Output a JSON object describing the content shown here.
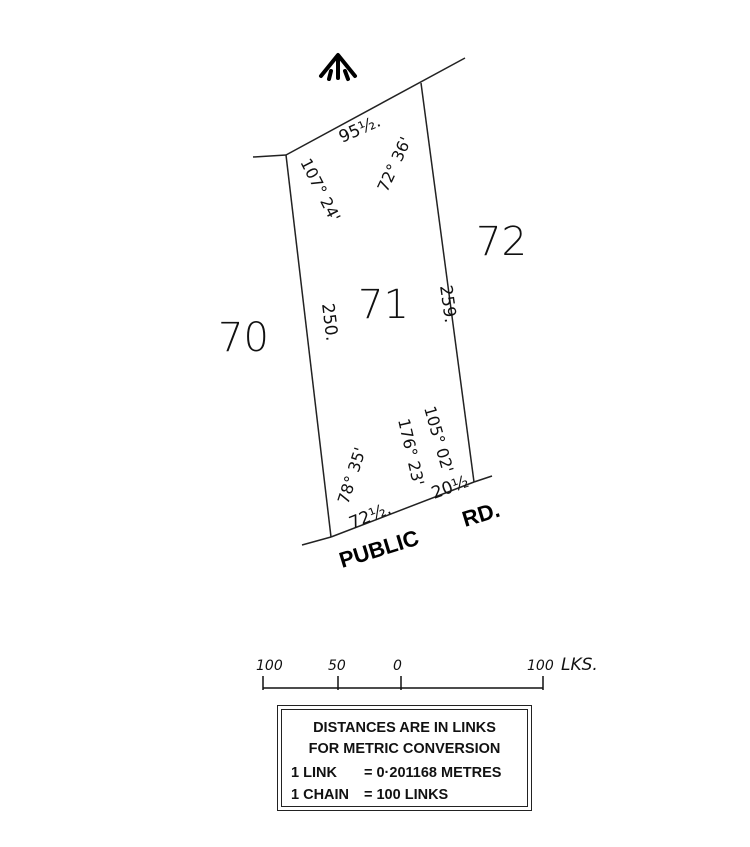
{
  "lots": {
    "subject": "71",
    "west": "70",
    "east": "72"
  },
  "boundaries": {
    "north": "95½.",
    "east": "259.",
    "west": "250.",
    "south_west": "72½.",
    "south_east": "20½"
  },
  "angles": {
    "nw": "107° 24'",
    "ne": "72° 36'",
    "sw": "78° 35'",
    "se_outer": "105° 02'",
    "se_inner": "176° 23'"
  },
  "road": {
    "word1": "PUBLIC",
    "word2": "RD."
  },
  "scale_bar": {
    "ticks": [
      "100",
      "50",
      "0",
      "100"
    ],
    "unit": "LKS."
  },
  "legend": {
    "line1": "DISTANCES ARE IN LINKS",
    "line2": "FOR METRIC CONVERSION",
    "row1_left": "1 LINK",
    "row1_right": "= 0·201168 METRES",
    "row2_left": "1 CHAIN",
    "row2_right": "= 100 LINKS"
  },
  "icons": {
    "north_arrow": "north-arrow-icon"
  }
}
